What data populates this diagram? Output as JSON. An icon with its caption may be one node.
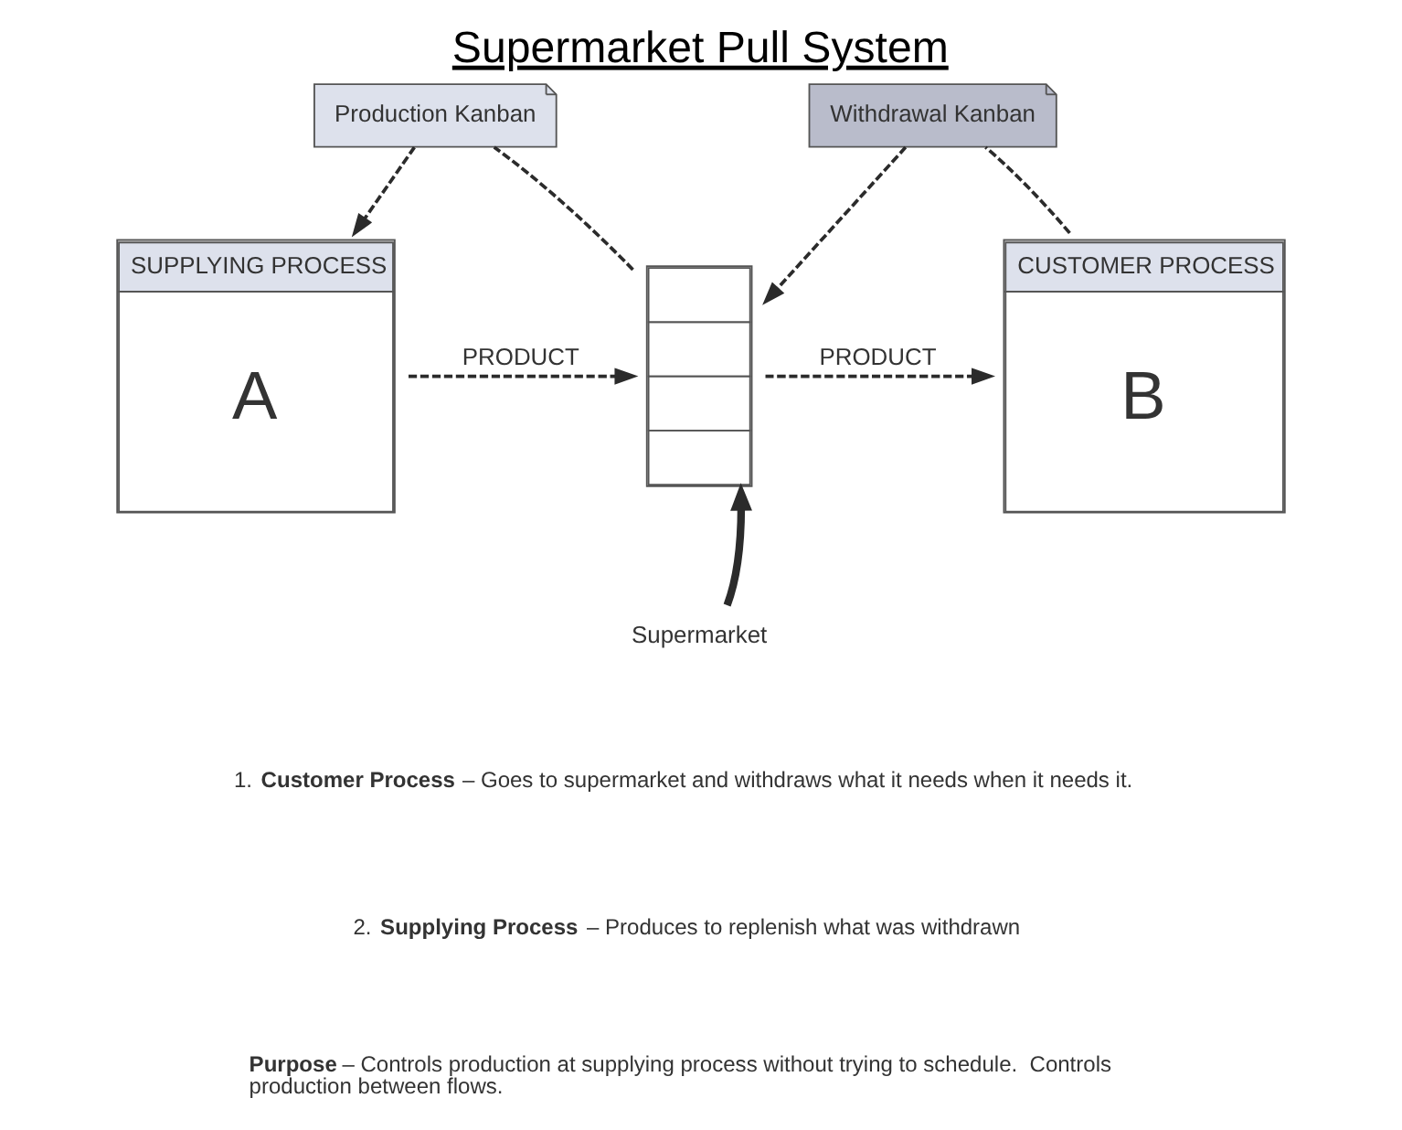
{
  "diagram": {
    "title": "Supermarket Pull System",
    "nodes": [
      {
        "text": [
          "SUPPLYING PROCESS",
          "A"
        ]
      },
      {
        "text": [
          "Production Kanban"
        ]
      },
      {
        "text": [],
        "shape": "box"
      },
      {
        "text": [
          "Withdrawal Kanban"
        ]
      },
      {
        "text": [
          "CUSTOMER PROCESS",
          "B"
        ]
      },
      {
        "text": [
          "Supermarket"
        ]
      }
    ],
    "edges": [
      {
        "from": 2,
        "to": 1,
        "arrow": "none",
        "style": "dashed"
      },
      {
        "from": 1,
        "to": 0,
        "arrow": "to",
        "style": "dashed"
      },
      {
        "from": 4,
        "to": 3,
        "arrow": "none",
        "style": "dashed"
      },
      {
        "from": 3,
        "to": 2,
        "arrow": "to",
        "style": "dashed"
      },
      {
        "from": 0,
        "to": 2,
        "arrow": "to",
        "style": "dashed",
        "label": "PRODUCT"
      },
      {
        "from": 2,
        "to": 4,
        "arrow": "to",
        "style": "dashed",
        "label": "PRODUCT"
      },
      {
        "from": 5,
        "to": 2,
        "arrow": "to",
        "style": "thick"
      }
    ],
    "labels": [
      "1. **Customer Process** – Goes to supermarket and withdraws what it needs when it needs it.",
      "2. **Supplying Process** – Produces to replenish what was withdrawn",
      "**Purpose** – Controls production at supplying process without trying to schedule.  Controls production between flows."
    ]
  }
}
